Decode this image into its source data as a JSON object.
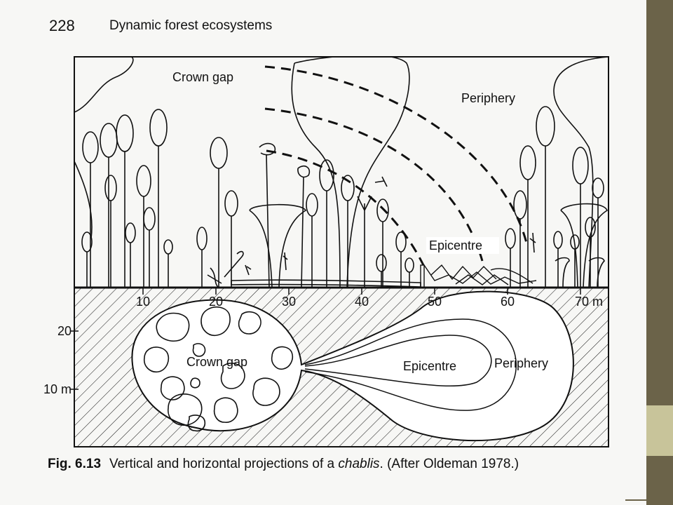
{
  "header": {
    "page_number": "228",
    "running_title": "Dynamic forest ecosystems"
  },
  "figure": {
    "elevation_labels": {
      "crown_gap": "Crown gap",
      "periphery": "Periphery",
      "epicentre": "Epicentre"
    },
    "plan_labels": {
      "crown_gap": "Crown gap",
      "epicentre": "Epicentre",
      "periphery": "Periphery"
    },
    "x_axis_ticks": [
      "10",
      "20",
      "30",
      "40",
      "50",
      "60",
      "70 m"
    ],
    "y_axis_ticks": [
      "20",
      "10 m"
    ]
  },
  "caption": {
    "figure_number": "Fig. 6.13",
    "text_before": "Vertical and horizontal projections of a ",
    "italic_term": "chablis",
    "text_after": ". (After Oldeman 1978.)"
  },
  "colors": {
    "slide_bar": "#6b6349",
    "slide_bar_light": "#c8c49a",
    "ink": "#111111"
  }
}
